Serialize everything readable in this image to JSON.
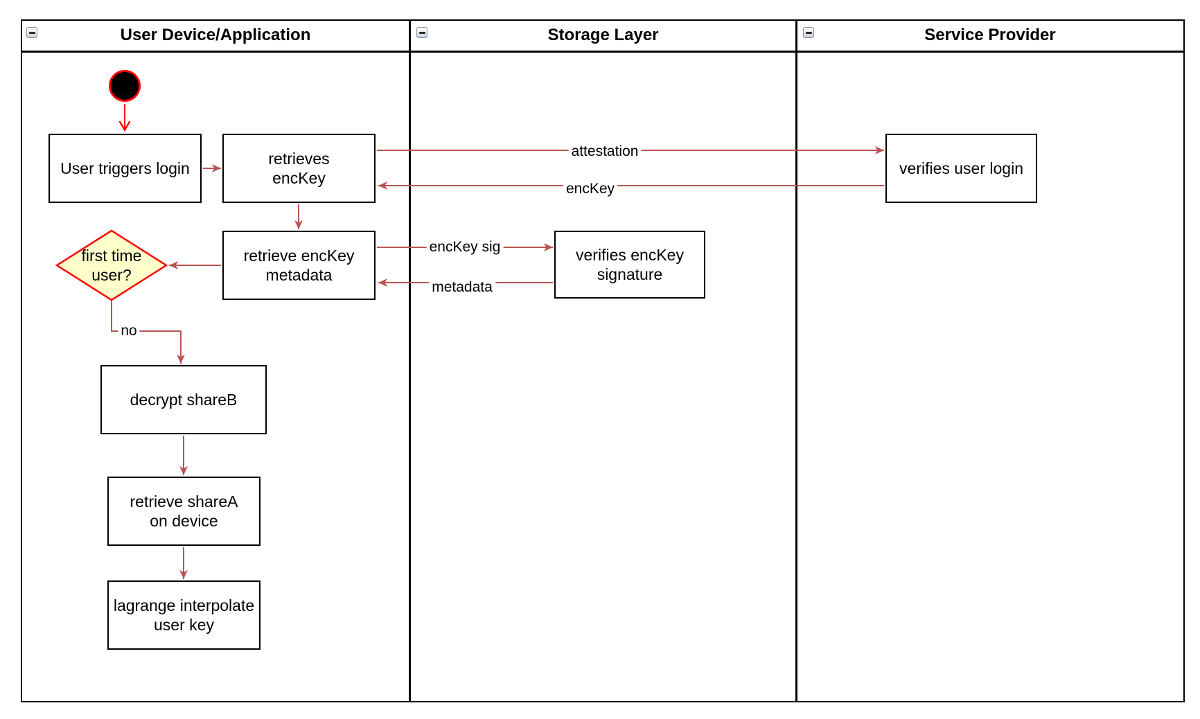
{
  "diagram_type": "uml-activity-swimlane",
  "colors": {
    "edge": "#b85450",
    "start_red": "#ff0000",
    "decision_fill": "#ffffcc",
    "decision_stroke": "#ff0000",
    "node_border": "#000000",
    "node_fill": "#ffffff",
    "collapse_button_border": "#8a8f99"
  },
  "lanes": [
    {
      "title": "User Device/Application",
      "collapse_icon": "minus"
    },
    {
      "title": "Storage Layer",
      "collapse_icon": "minus"
    },
    {
      "title": "Service Provider",
      "collapse_icon": "minus"
    }
  ],
  "nodes": {
    "start": {
      "type": "initial-node"
    },
    "user_triggers_login": {
      "label": "User triggers login"
    },
    "retrieves_enckey": {
      "label": "retrieves\nencKey"
    },
    "retrieve_enckey_metadata": {
      "label": "retrieve encKey\nmetadata"
    },
    "first_time_user": {
      "label": "first time\nuser?"
    },
    "decrypt_shareb": {
      "label": "decrypt shareB"
    },
    "retrieve_sharea": {
      "label": "retrieve shareA\non device"
    },
    "lagrange_interpolate": {
      "label": "lagrange interpolate\nuser key"
    },
    "verifies_enckey_signature": {
      "label": "verifies encKey\nsignature"
    },
    "verifies_user_login": {
      "label": "verifies user login"
    }
  },
  "edges": {
    "attestation": {
      "label": "attestation"
    },
    "enckey_return": {
      "label": "encKey"
    },
    "enckey_sig": {
      "label": "encKey sig"
    },
    "metadata_return": {
      "label": "metadata"
    },
    "decision_no": {
      "label": "no"
    }
  }
}
